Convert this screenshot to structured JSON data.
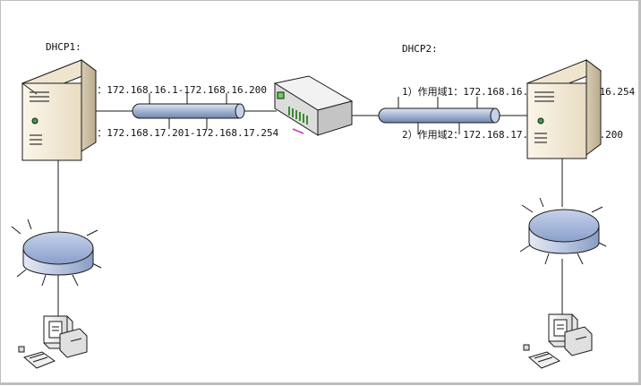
{
  "dhcp1": {
    "title": "DHCP1:",
    "scope1": "1）作用域1：172.168.16.1-172.168.16.200",
    "scope2": "2）作用域2：172.168.17.201-172.168.17.254"
  },
  "dhcp2": {
    "title": "DHCP2:",
    "scope1": "1）作用域1：172.168.16.201-172.168.16.254",
    "scope2": "2）作用域2：172.168.17.1-172.168.17.200"
  },
  "icons": {
    "server": "server-icon",
    "hub": "hub-icon",
    "switch": "switch-icon",
    "workstation": "workstation-icon",
    "bus": "ethernet-bus-icon"
  },
  "colors": {
    "server_body": "#f3ead6",
    "server_side": "#d6cbb1",
    "bus_fill": "#a9bad6",
    "hub_fill": "#9aadd2",
    "switch_accent": "#6ccf5a",
    "switch_port": "#c03cc0",
    "line": "#1a1a1a"
  }
}
